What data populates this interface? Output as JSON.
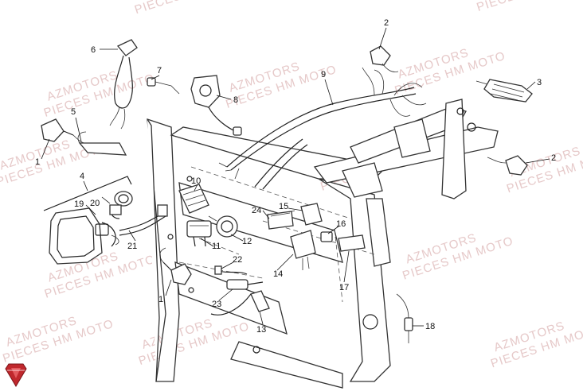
{
  "watermark": {
    "line1": "AZMOTORS",
    "line2": "PIECES HM MOTO"
  },
  "labels": {
    "p1a": "1",
    "p1b": "1",
    "p2a": "2",
    "p2b": "2",
    "p3": "3",
    "p4": "4",
    "p5": "5",
    "p6": "6",
    "p7": "7",
    "p8": "8",
    "p9": "9",
    "p10": "10",
    "p11": "11",
    "p12": "12",
    "p13": "13",
    "p14": "14",
    "p15": "15",
    "p16": "16",
    "p17": "17",
    "p18": "18",
    "p19": "19",
    "p20": "20",
    "p21": "21",
    "p22": "22",
    "p23": "23",
    "p24": "24"
  },
  "colors": {
    "logo": "#c0282d",
    "watermark": "#e6c9c9"
  }
}
